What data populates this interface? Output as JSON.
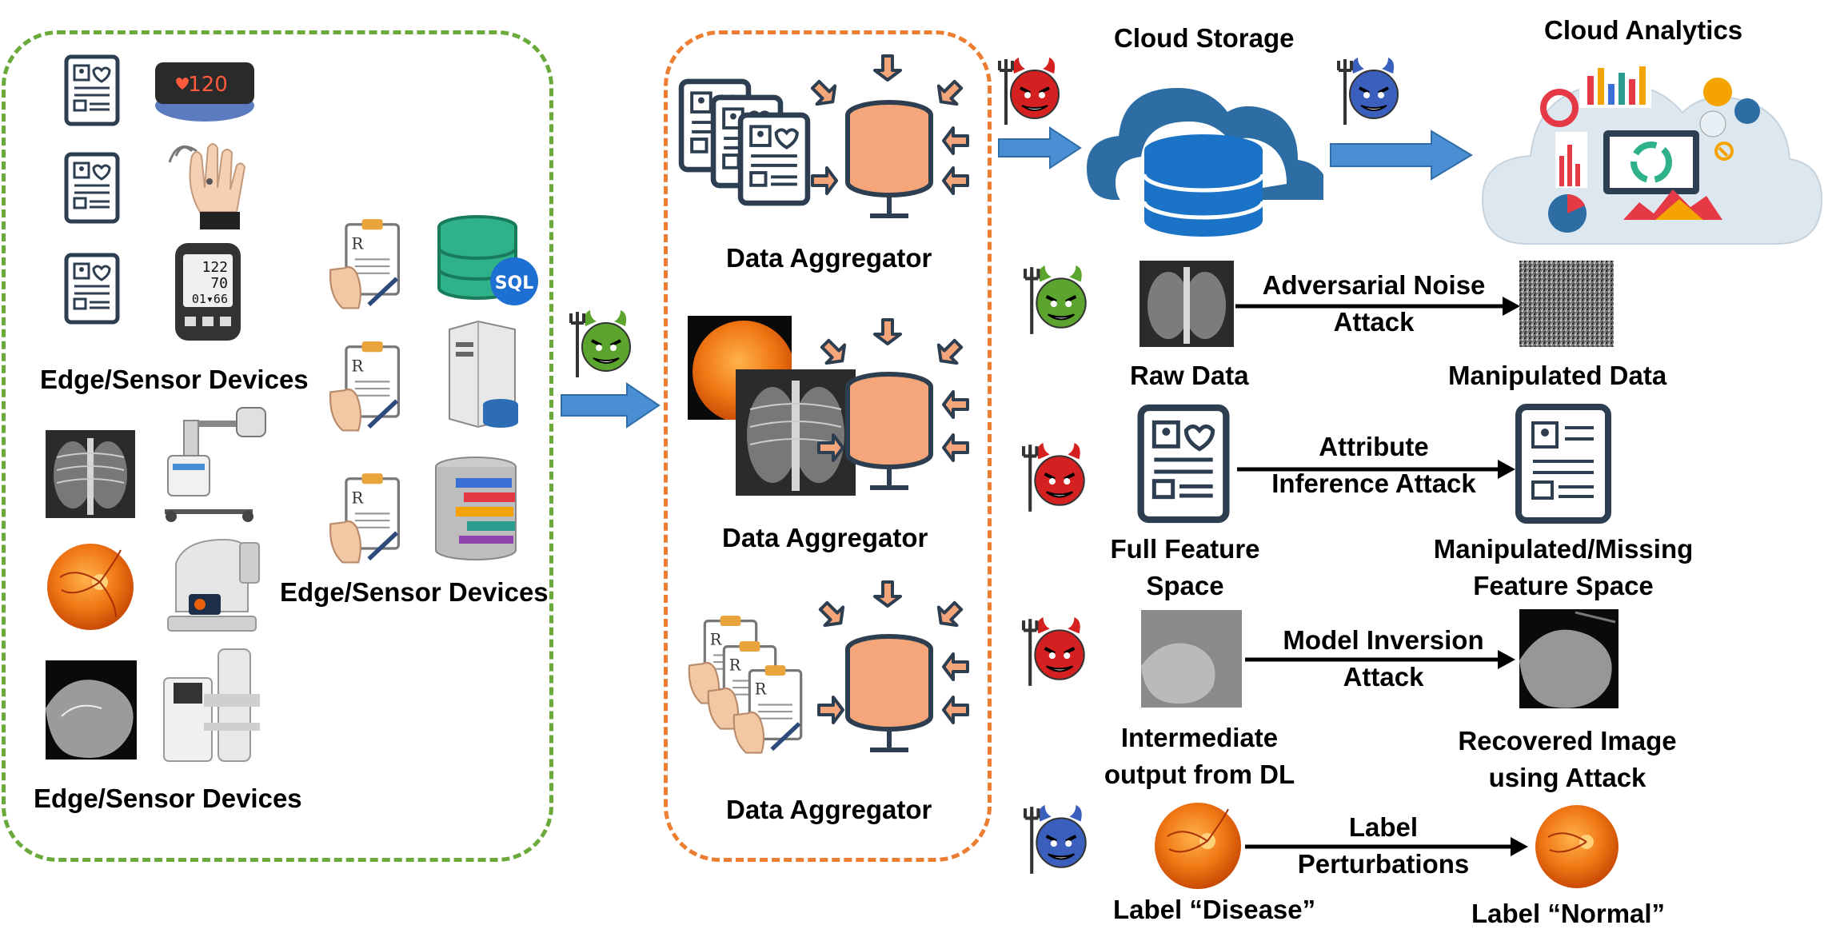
{
  "edge_label": "Edge/Sensor Devices",
  "aggregator_label": "Data Aggregator",
  "cloud_storage_label": "Cloud Storage",
  "cloud_analytics_label": "Cloud Analytics",
  "sql_text": "SQL",
  "monitor": {
    "heart_rate": "120",
    "bp_line1": "122",
    "bp_line2": "70",
    "bp_line3": "01▾66"
  },
  "attacks": [
    {
      "from": "Raw Data",
      "arrow_line1": "Adversarial Noise",
      "arrow_line2": "Attack",
      "to": "Manipulated Data"
    },
    {
      "from_line1": "Full Feature",
      "from_line2": "Space",
      "arrow_line1": "Attribute",
      "arrow_line2": "Inference Attack",
      "to_line1": "Manipulated/Missing",
      "to_line2": "Feature Space"
    },
    {
      "from_line1": "Intermediate",
      "from_line2": "output from DL",
      "arrow_line1": "Model Inversion",
      "arrow_line2": "Attack",
      "to_line1": "Recovered Image",
      "to_line2": "using Attack"
    },
    {
      "from": "Label “Disease”",
      "arrow_line1": "Label",
      "arrow_line2": "Perturbations",
      "to": "Label “Normal”"
    }
  ],
  "colors": {
    "edge_border": "#6aaa3a",
    "aggregator_border": "#ed7d31",
    "flow_arrow": "#4a8fd4",
    "storage_dark": "#2e6da4",
    "db_blue": "#1a73c7",
    "attacker_red": "#d42020",
    "attacker_green": "#5ba52e",
    "attacker_blue": "#3a5fbd",
    "retina": "#e8600c"
  }
}
